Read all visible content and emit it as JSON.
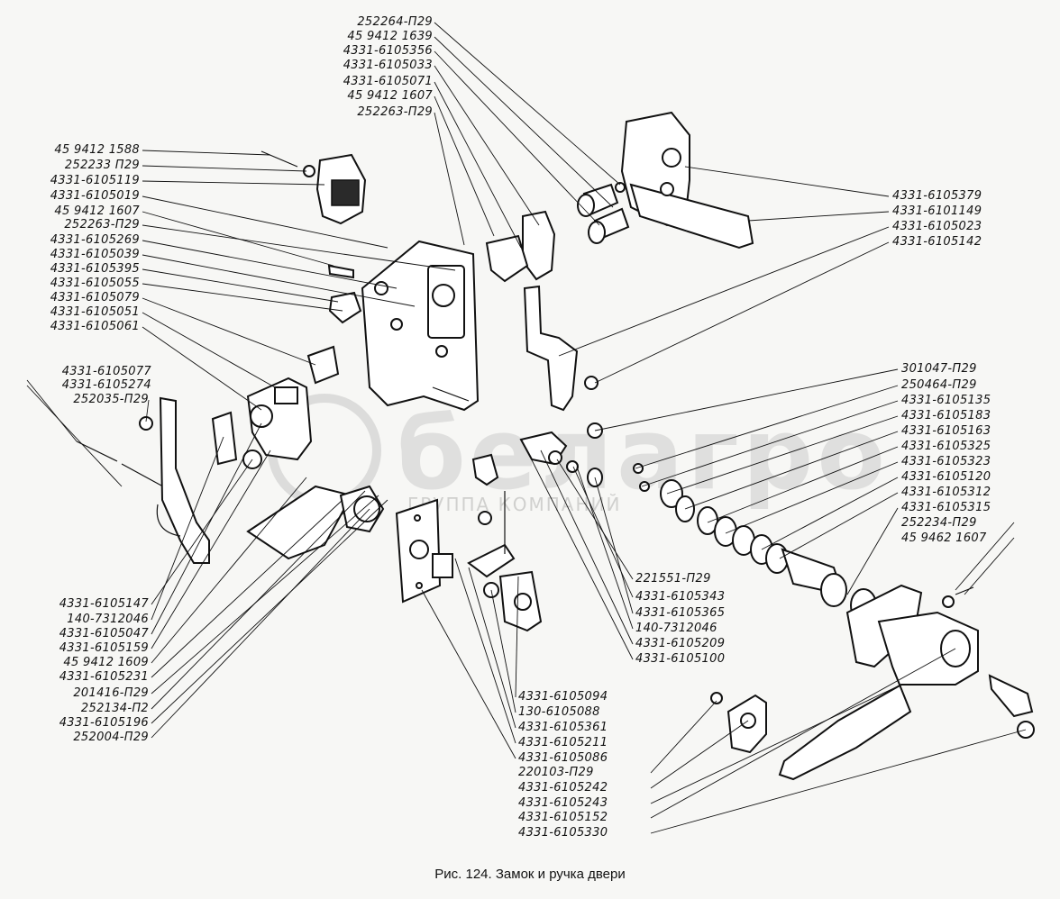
{
  "caption": "Рис. 124. Замок и ручка двери",
  "watermark": {
    "word": "белагро",
    "sub": "ГРУППА КОМПАНИЙ"
  },
  "labels": {
    "top": [
      "252264-П29",
      "45 9412 1639",
      "4331-6105356",
      "4331-6105033",
      "4331-6105071",
      "45 9412 1607",
      "252263-П29"
    ],
    "left_upper": [
      "45 9412 1588",
      "252233 П29",
      "4331-6105119",
      "4331-6105019",
      "45 9412 1607",
      "252263-П29",
      "4331-6105269",
      "4331-6105039",
      "4331-6105395",
      "4331-6105055",
      "4331-6105079",
      "4331-6105051",
      "4331-6105061"
    ],
    "left_mid": [
      "4331-6105077",
      "4331-6105274",
      "252035-П29"
    ],
    "left_lower": [
      "4331-6105147",
      "140-7312046",
      "4331-6105047",
      "4331-6105159",
      "45 9412 1609",
      "4331-6105231",
      "201416-П29",
      "252134-П2",
      "4331-6105196",
      "252004-П29"
    ],
    "right_upper": [
      "4331-6105379",
      "4331-6101149",
      "4331-6105023",
      "4331-6105142"
    ],
    "right_mid": [
      "301047-П29",
      "250464-П29",
      "4331-6105135",
      "4331-6105183",
      "4331-6105163",
      "4331-6105325",
      "4331-6105323",
      "4331-6105120",
      "4331-6105312",
      "4331-6105315",
      "252234-П29",
      "45 9462 1607"
    ],
    "center_lower": [
      "221551-П29",
      "4331-6105343",
      "4331-6105365",
      "140-7312046",
      "4331-6105209",
      "4331-6105100"
    ],
    "bottom": [
      "4331-6105094",
      "130-6105088",
      "4331-6105361",
      "4331-6105211",
      "4331-6105086",
      "220103-П29",
      "4331-6105242",
      "4331-6105243",
      "4331-6105152",
      "4331-6105330"
    ]
  }
}
